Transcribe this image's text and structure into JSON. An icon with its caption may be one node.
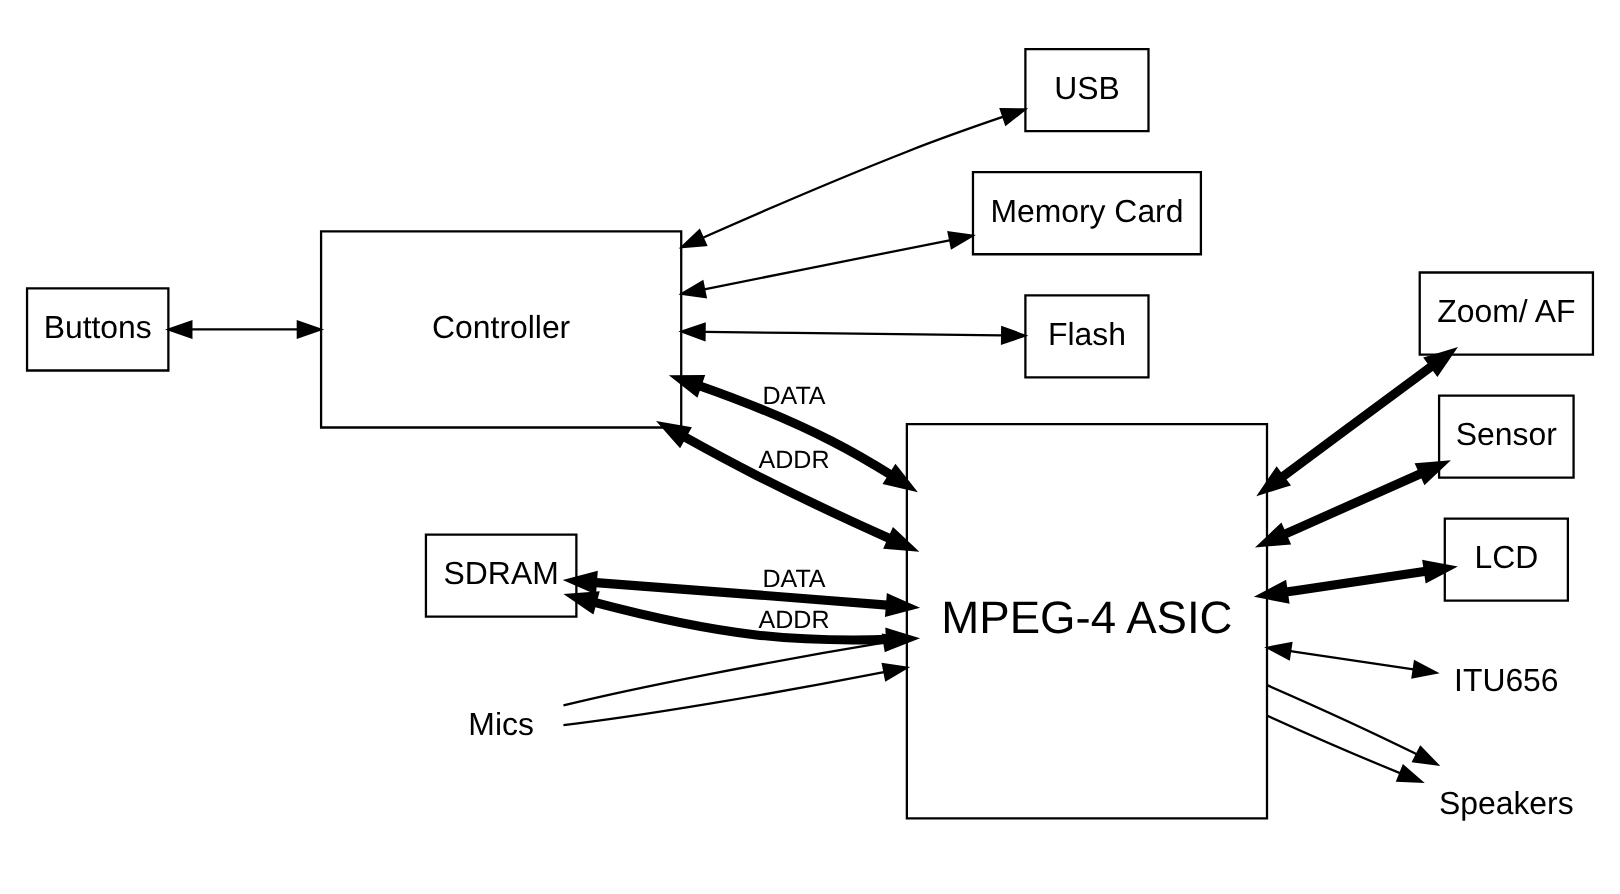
{
  "diagram": {
    "nodes": [
      {
        "text": [
          "SDRAM"
        ]
      },
      {
        "text": [
          "Controller"
        ]
      },
      {
        "text": [
          "MPEG-4 ASIC"
        ]
      },
      {
        "text": [
          "Zoom/ AF"
        ]
      },
      {
        "text": [
          "Sensor"
        ]
      },
      {
        "text": [
          "LCD"
        ]
      },
      {
        "text": [
          "USB"
        ]
      },
      {
        "text": [
          "Memory Card"
        ]
      },
      {
        "text": [
          "Flash"
        ]
      },
      {
        "text": [
          "Buttons"
        ]
      },
      {
        "text": [
          "ITU656"
        ]
      },
      {
        "text": [
          "Speakers"
        ]
      },
      {
        "text": [
          "Mics"
        ]
      }
    ],
    "edges": [
      {
        "from": 0,
        "to": 2,
        "arrow": "both",
        "label": "DATA",
        "style": "thick"
      },
      {
        "from": 0,
        "to": 2,
        "arrow": "both",
        "label": "ADDR",
        "style": "thick"
      },
      {
        "from": 1,
        "to": 2,
        "arrow": "both",
        "label": "DATA",
        "style": "thick"
      },
      {
        "from": 1,
        "to": 2,
        "arrow": "both",
        "label": "ADDR",
        "style": "thick"
      },
      {
        "from": 2,
        "to": 3,
        "arrow": "both",
        "style": "thick"
      },
      {
        "from": 2,
        "to": 4,
        "arrow": "both",
        "style": "thick"
      },
      {
        "from": 2,
        "to": 5,
        "arrow": "both",
        "style": "thick"
      },
      {
        "from": 1,
        "to": 6,
        "arrow": "both"
      },
      {
        "from": 1,
        "to": 7,
        "arrow": "both"
      },
      {
        "from": 1,
        "to": 8,
        "arrow": "both"
      },
      {
        "from": 9,
        "to": 1,
        "arrow": "both"
      },
      {
        "from": 2,
        "to": 10,
        "arrow": "both"
      },
      {
        "from": 2,
        "to": 11,
        "arrow": "to"
      },
      {
        "from": 2,
        "to": 11,
        "arrow": "to"
      },
      {
        "from": 12,
        "to": 2,
        "arrow": "to"
      },
      {
        "from": 12,
        "to": 2,
        "arrow": "to"
      }
    ]
  }
}
